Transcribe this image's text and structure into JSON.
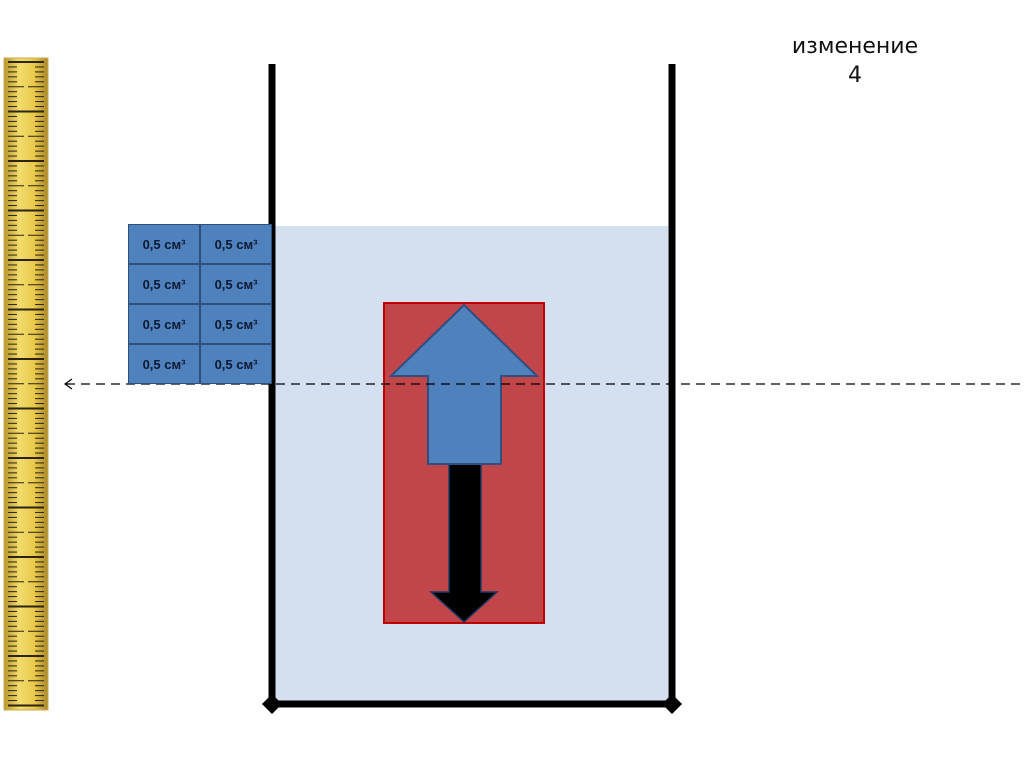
{
  "caption": {
    "line1": "изменение",
    "line2": "4"
  },
  "blocks": {
    "cell_label": "0,5 см³",
    "rows": 4,
    "cols": 2,
    "fill_color": "#4f81bd"
  },
  "colors": {
    "water": "#d4dfef",
    "body": "#c0464a",
    "body_border": "#c00000",
    "buoyancy_arrow": "#4f81bd",
    "gravity_arrow": "#000000",
    "vessel": "#000000",
    "ruler": "#e8c84a"
  },
  "icons": {
    "buoyancy": "arrow-up-icon",
    "gravity": "arrow-down-icon"
  }
}
